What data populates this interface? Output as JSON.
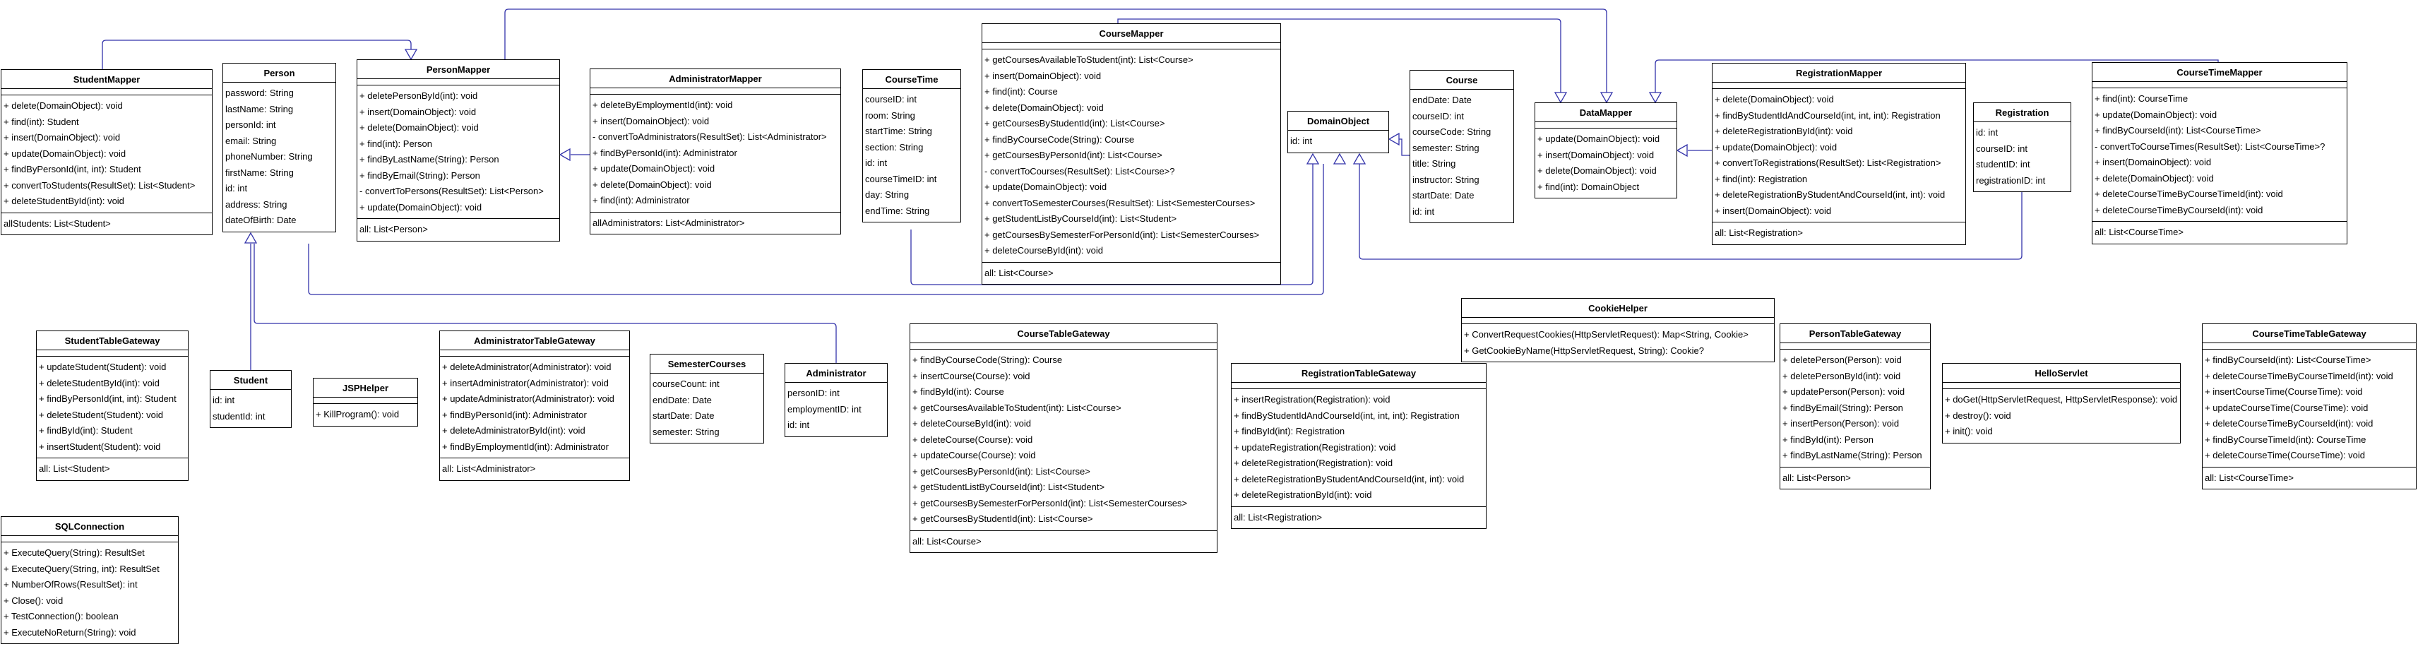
{
  "colors": {
    "connector": "#3333aa",
    "border": "#000000",
    "background": "#ffffff"
  },
  "classes": [
    {
      "id": "StudentMapper",
      "name": "StudentMapper",
      "fields": [],
      "methods": [
        "+ delete(DomainObject): void",
        "+ find(int): Student",
        "+ insert(DomainObject): void",
        "+ update(DomainObject): void",
        "+ findByPersonId(int, int): Student",
        "+ convertToStudents(ResultSet): List<Student>",
        "+ deleteStudentById(int): void"
      ],
      "extra": [
        "allStudents: List<Student>"
      ]
    },
    {
      "id": "Person",
      "name": "Person",
      "fields": [
        "password: String",
        "lastName: String",
        "personId: int",
        "email: String",
        "phoneNumber: String",
        "firstName: String",
        "id: int",
        "address: String",
        "dateOfBirth: Date"
      ],
      "methods": []
    },
    {
      "id": "PersonMapper",
      "name": "PersonMapper",
      "fields": [],
      "methods": [
        "+ deletePersonById(int): void",
        "+ insert(DomainObject): void",
        "+ delete(DomainObject): void",
        "+ find(int): Person",
        "+ findByLastName(String): Person",
        "+ findByEmail(String): Person",
        "- convertToPersons(ResultSet): List<Person>",
        "+ update(DomainObject): void"
      ],
      "extra": [
        "all: List<Person>"
      ]
    },
    {
      "id": "AdministratorMapper",
      "name": "AdministratorMapper",
      "fields": [],
      "methods": [
        "+ deleteByEmploymentId(int): void",
        "+ insert(DomainObject): void",
        "- convertToAdministrators(ResultSet): List<Administrator>",
        "+ findByPersonId(int): Administrator",
        "+ update(DomainObject): void",
        "+ delete(DomainObject): void",
        "+ find(int): Administrator"
      ],
      "extra": [
        "allAdministrators: List<Administrator>"
      ]
    },
    {
      "id": "CourseTime",
      "name": "CourseTime",
      "fields": [
        "courseID: int",
        "room: String",
        "startTime: String",
        "section: String",
        "id: int",
        "courseTimeID: int",
        "day: String",
        "endTime: String"
      ],
      "methods": []
    },
    {
      "id": "CourseMapper",
      "name": "CourseMapper",
      "fields": [],
      "methods": [
        "+ getCoursesAvailableToStudent(int): List<Course>",
        "+ insert(DomainObject): void",
        "+ find(int): Course",
        "+ delete(DomainObject): void",
        "+ getCoursesByStudentId(int): List<Course>",
        "+ findByCourseCode(String): Course",
        "+ getCoursesByPersonId(int): List<Course>",
        "- convertToCourses(ResultSet): List<Course>?",
        "+ update(DomainObject): void",
        "+ convertToSemesterCourses(ResultSet): List<SemesterCourses>",
        "+ getStudentListByCourseId(int): List<Student>",
        "+ getCoursesBySemesterForPersonId(int): List<SemesterCourses>",
        "+ deleteCourseById(int): void"
      ],
      "extra": [
        "all: List<Course>"
      ]
    },
    {
      "id": "DomainObject",
      "name": "DomainObject",
      "fields": [
        "id: int"
      ],
      "methods": []
    },
    {
      "id": "Course",
      "name": "Course",
      "fields": [
        "endDate: Date",
        "courseID: int",
        "courseCode: String",
        "semester: String",
        "title: String",
        "instructor: String",
        "startDate: Date",
        "id: int"
      ],
      "methods": []
    },
    {
      "id": "DataMapper",
      "name": "DataMapper",
      "fields": [],
      "methods": [
        "+ update(DomainObject): void",
        "+ insert(DomainObject): void",
        "+ delete(DomainObject): void",
        "+ find(int): DomainObject"
      ]
    },
    {
      "id": "RegistrationMapper",
      "name": "RegistrationMapper",
      "fields": [],
      "methods": [
        "+ delete(DomainObject): void",
        "+ findByStudentIdAndCourseId(int, int, int): Registration",
        "+ deleteRegistrationById(int): void",
        "+ update(DomainObject): void",
        "+ convertToRegistrations(ResultSet): List<Registration>",
        "+ find(int): Registration",
        "+ deleteRegistrationByStudentAndCourseId(int, int): void",
        "+ insert(DomainObject): void"
      ],
      "extra": [
        "all: List<Registration>"
      ]
    },
    {
      "id": "Registration",
      "name": "Registration",
      "fields": [
        "id: int",
        "courseID: int",
        "studentID: int",
        "registrationID: int"
      ],
      "methods": []
    },
    {
      "id": "CourseTimeMapper",
      "name": "CourseTimeMapper",
      "fields": [],
      "methods": [
        "+ find(int): CourseTime",
        "+ update(DomainObject): void",
        "+ findByCourseId(int): List<CourseTime>",
        "- convertToCourseTimes(ResultSet): List<CourseTime>?",
        "+ insert(DomainObject): void",
        "+ delete(DomainObject): void",
        "+ deleteCourseTimeByCourseTimeId(int): void",
        "+ deleteCourseTimeByCourseId(int): void"
      ],
      "extra": [
        "all: List<CourseTime>"
      ]
    },
    {
      "id": "StudentTableGateway",
      "name": "StudentTableGateway",
      "fields": [],
      "methods": [
        "+ updateStudent(Student): void",
        "+ deleteStudentById(int): void",
        "+ findByPersonId(int, int): Student",
        "+ deleteStudent(Student): void",
        "+ findById(int): Student",
        "+ insertStudent(Student): void"
      ],
      "extra": [
        "all: List<Student>"
      ]
    },
    {
      "id": "Student",
      "name": "Student",
      "fields": [
        "id: int",
        "studentId: int"
      ],
      "methods": []
    },
    {
      "id": "JSPHelper",
      "name": "JSPHelper",
      "fields": [],
      "methods": [
        "+ KillProgram(): void"
      ]
    },
    {
      "id": "AdministratorTableGateway",
      "name": "AdministratorTableGateway",
      "fields": [],
      "methods": [
        "+ deleteAdministrator(Administrator): void",
        "+ insertAdministrator(Administrator): void",
        "+ updateAdministrator(Administrator): void",
        "+ findByPersonId(int): Administrator",
        "+ deleteAdministratorById(int): void",
        "+ findByEmploymentId(int): Administrator"
      ],
      "extra": [
        "all: List<Administrator>"
      ]
    },
    {
      "id": "SemesterCourses",
      "name": "SemesterCourses",
      "fields": [
        "courseCount: int",
        "endDate: Date",
        "startDate: Date",
        "semester: String"
      ],
      "methods": []
    },
    {
      "id": "Administrator",
      "name": "Administrator",
      "fields": [
        "personID: int",
        "employmentID: int",
        "id: int"
      ],
      "methods": []
    },
    {
      "id": "CourseTableGateway",
      "name": "CourseTableGateway",
      "fields": [],
      "methods": [
        "+ findByCourseCode(String): Course",
        "+ insertCourse(Course): void",
        "+ findById(int): Course",
        "+ getCoursesAvailableToStudent(int): List<Course>",
        "+ deleteCourseById(int): void",
        "+ deleteCourse(Course): void",
        "+ updateCourse(Course): void",
        "+ getCoursesByPersonId(int): List<Course>",
        "+ getStudentListByCourseId(int): List<Student>",
        "+ getCoursesBySemesterForPersonId(int): List<SemesterCourses>",
        "+ getCoursesByStudentId(int): List<Course>"
      ],
      "extra": [
        "all: List<Course>"
      ]
    },
    {
      "id": "RegistrationTableGateway",
      "name": "RegistrationTableGateway",
      "fields": [],
      "methods": [
        "+ insertRegistration(Registration): void",
        "+ findByStudentIdAndCourseId(int, int, int): Registration",
        "+ findById(int): Registration",
        "+ updateRegistration(Registration): void",
        "+ deleteRegistration(Registration): void",
        "+ deleteRegistrationByStudentAndCourseId(int, int): void",
        "+ deleteRegistrationById(int): void"
      ],
      "extra": [
        "all: List<Registration>"
      ]
    },
    {
      "id": "CookieHelper",
      "name": "CookieHelper",
      "fields": [],
      "methods": [
        "+ ConvertRequestCookies(HttpServletRequest): Map<String, Cookie>",
        "+ GetCookieByName(HttpServletRequest, String): Cookie?"
      ]
    },
    {
      "id": "PersonTableGateway",
      "name": "PersonTableGateway",
      "fields": [],
      "methods": [
        "+ deletePerson(Person): void",
        "+ deletePersonById(int): void",
        "+ updatePerson(Person): void",
        "+ findByEmail(String): Person",
        "+ insertPerson(Person): void",
        "+ findById(int): Person",
        "+ findByLastName(String): Person"
      ],
      "extra": [
        "all: List<Person>"
      ]
    },
    {
      "id": "HelloServlet",
      "name": "HelloServlet",
      "fields": [],
      "methods": [
        "+ doGet(HttpServletRequest, HttpServletResponse): void",
        "+ destroy(): void",
        "+ init(): void"
      ]
    },
    {
      "id": "CourseTimeTableGateway",
      "name": "CourseTimeTableGateway",
      "fields": [],
      "methods": [
        "+ findByCourseId(int): List<CourseTime>",
        "+ deleteCourseTimeByCourseTimeId(int): void",
        "+ insertCourseTime(CourseTime): void",
        "+ updateCourseTime(CourseTime): void",
        "+ deleteCourseTimeByCourseId(int): void",
        "+ findByCourseTimeId(int): CourseTime",
        "+ deleteCourseTime(CourseTime): void"
      ],
      "extra": [
        "all: List<CourseTime>"
      ]
    },
    {
      "id": "SQLConnection",
      "name": "SQLConnection",
      "fields": [],
      "methods": [
        "+ ExecuteQuery(String): ResultSet",
        "+ ExecuteQuery(String, int): ResultSet",
        "+ NumberOfRows(ResultSet): int",
        "+ Close(): void",
        "+ TestConnection(): boolean",
        "+ ExecuteNoReturn(String): void"
      ]
    }
  ]
}
